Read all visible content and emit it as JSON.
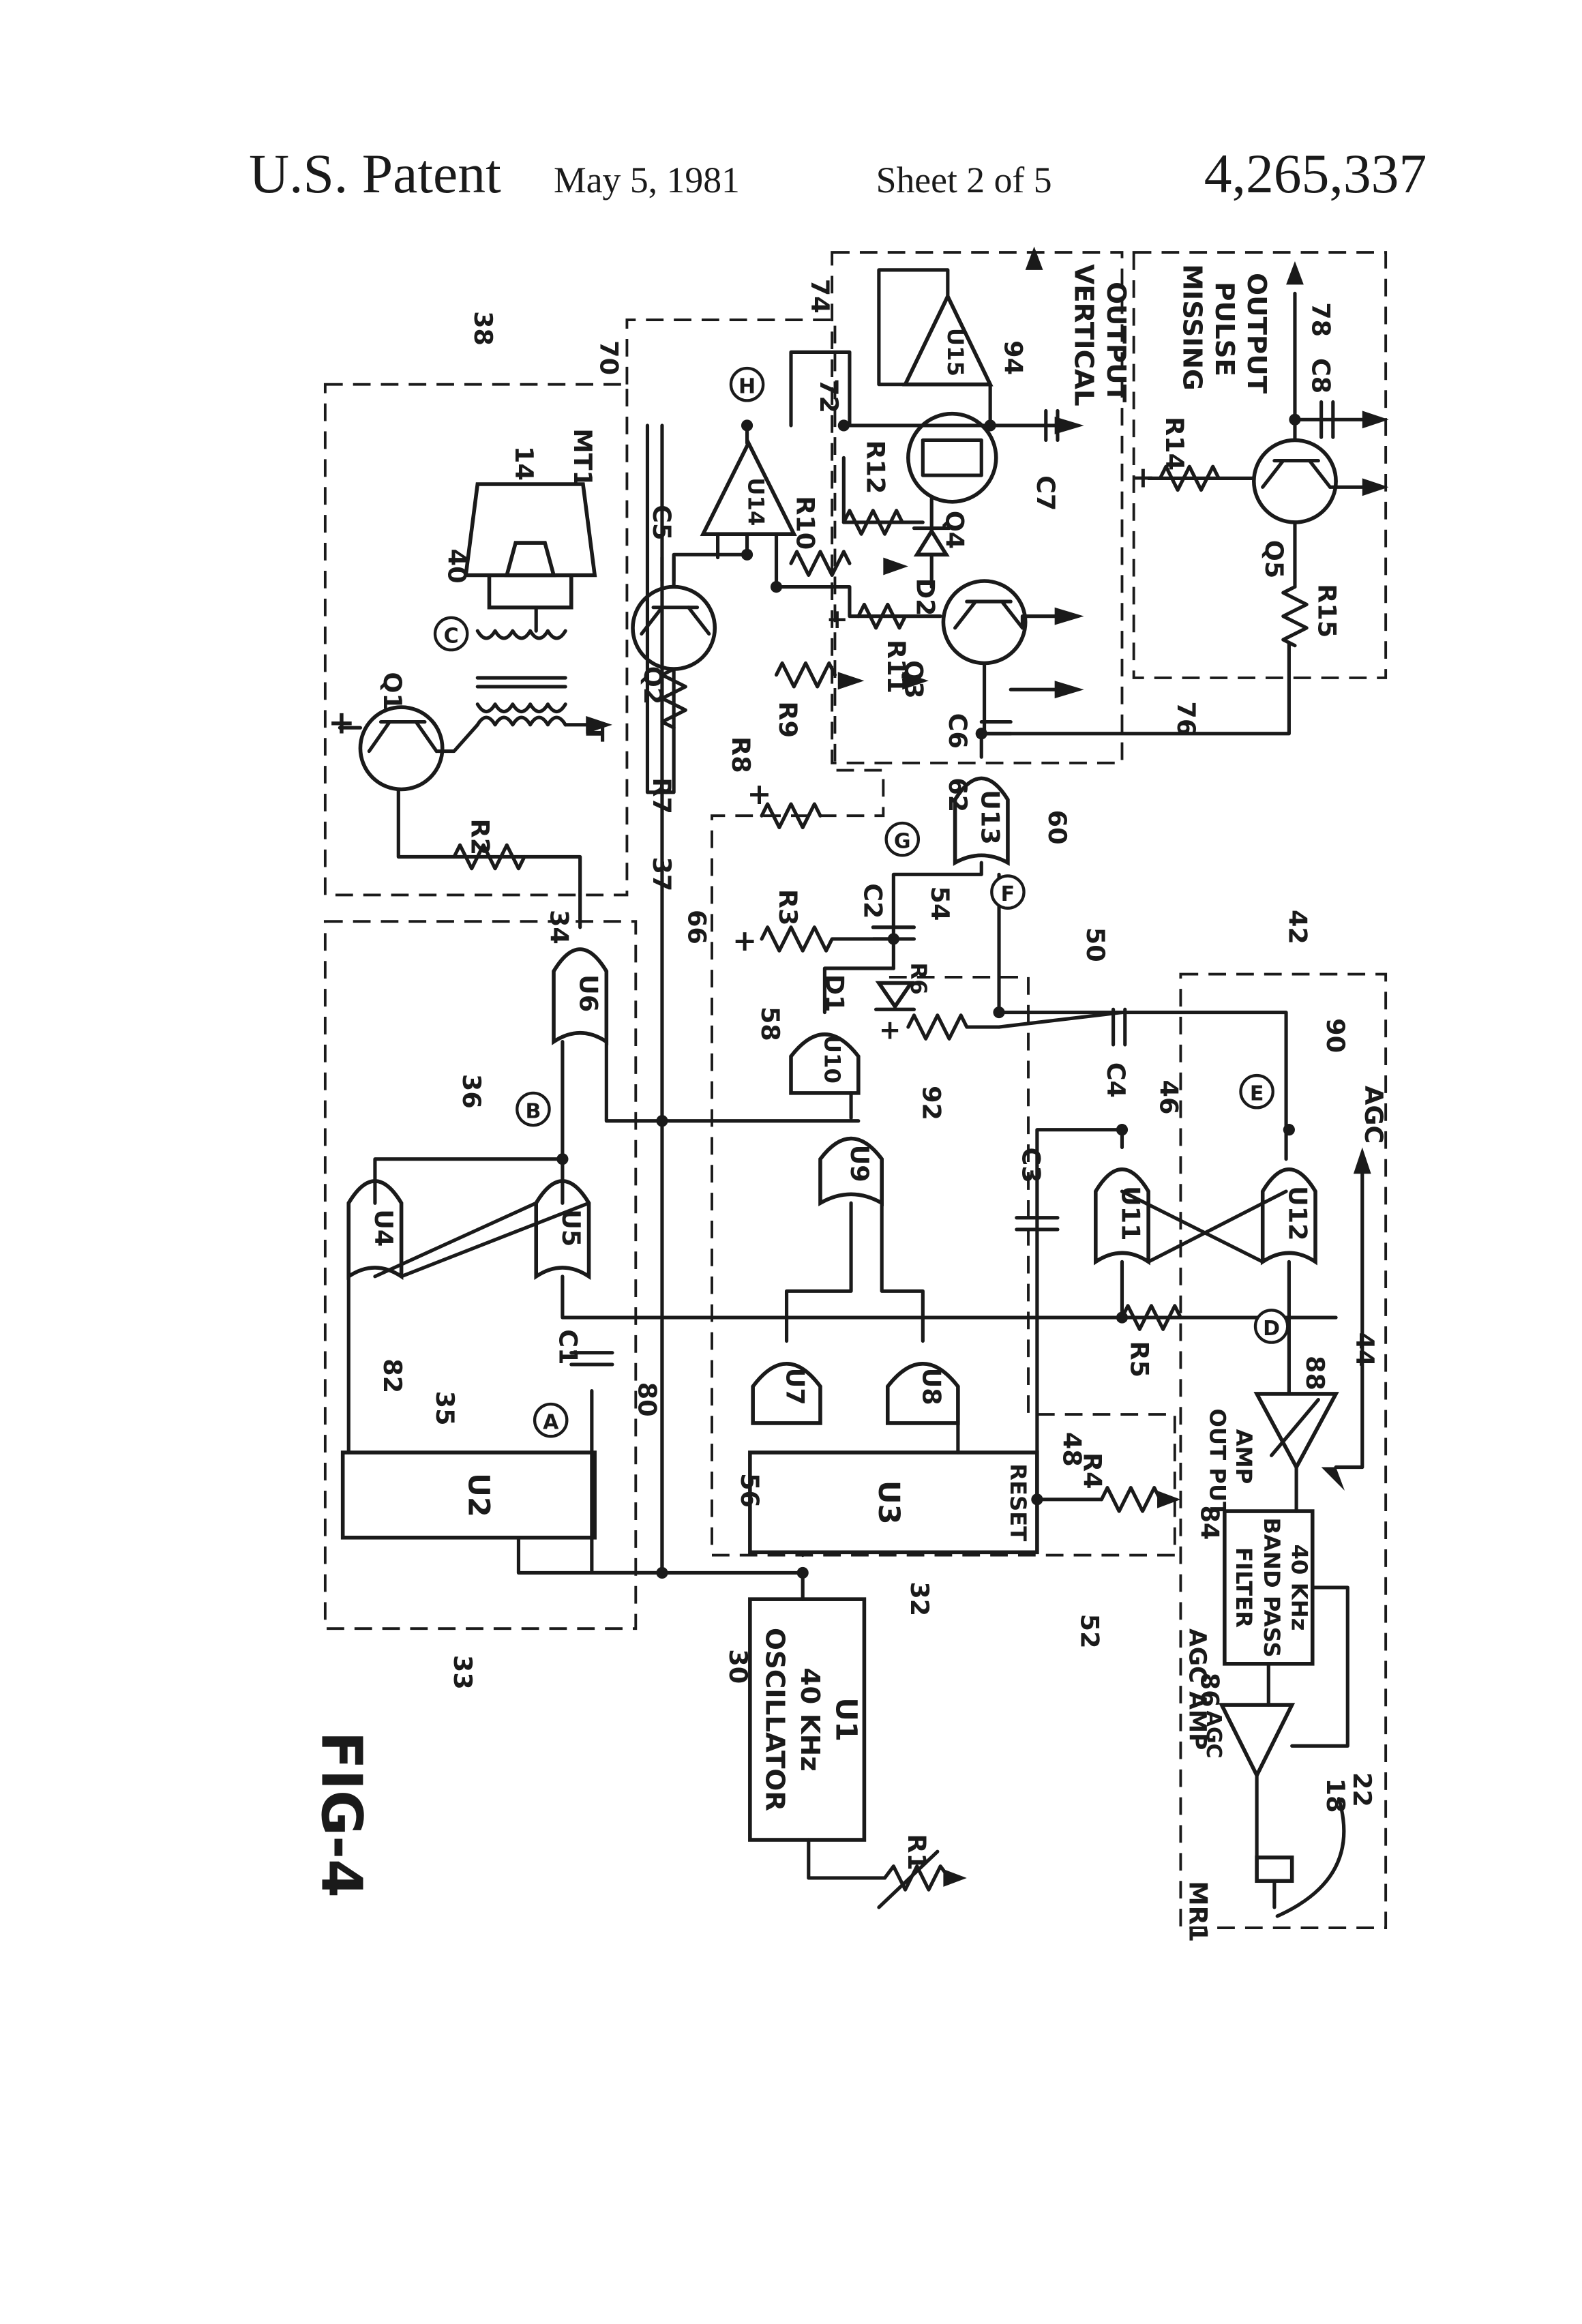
{
  "header": {
    "title": "U.S. Patent",
    "date": "May 5, 1981",
    "sheet": "Sheet 2 of 5",
    "patent_number": "4,265,337"
  },
  "figure": {
    "label": "FIG-4",
    "blocks": {
      "u1_name": "U1",
      "u1_line1": "40 KHz",
      "u1_line2": "OSCILLATOR",
      "u2": "U2",
      "u3": "U3",
      "reset": "RESET",
      "bpf_line1": "40 KHz",
      "bpf_line2": "BAND PASS",
      "bpf_line3": "FILTER",
      "agc_amp": "AGC AMP",
      "agc_in": "AGC",
      "out_amp_line1": "OUT PUT",
      "out_amp_line2": "AMP",
      "agc_out": "AGC",
      "vertical_line1": "VERTICAL",
      "vertical_line2": "OUTPUT",
      "missing_line1": "MISSING",
      "missing_line2": "PULSE",
      "missing_line3": "OUTPUT",
      "mt1": "MT1",
      "mr1": "MR1"
    },
    "gates": [
      "U4",
      "U5",
      "U6",
      "U7",
      "U8",
      "U9",
      "U10",
      "U11",
      "U12",
      "U13",
      "U14",
      "U15"
    ],
    "transistors": [
      "Q1",
      "Q2",
      "Q3",
      "Q4",
      "Q5"
    ],
    "resistors": [
      "R1",
      "R2",
      "R3",
      "R4",
      "R5",
      "R6",
      "R7",
      "R8",
      "R9",
      "R10",
      "R11",
      "R12",
      "R14",
      "R15"
    ],
    "capacitors": [
      "C1",
      "C2",
      "C3",
      "C4",
      "C5",
      "C6",
      "C7",
      "C8"
    ],
    "diodes": [
      "D1",
      "D2"
    ],
    "misc": {
      "transformer": "T",
      "plus": "+"
    },
    "test_points": [
      "A",
      "B",
      "C",
      "D",
      "E",
      "F",
      "G",
      "H"
    ],
    "refs": [
      "14",
      "18",
      "22",
      "30",
      "32",
      "33",
      "34",
      "35",
      "36",
      "37",
      "38",
      "40",
      "42",
      "44",
      "46",
      "48",
      "50",
      "52",
      "54",
      "56",
      "58",
      "60",
      "62",
      "66",
      "70",
      "72",
      "74",
      "76",
      "78",
      "80",
      "82",
      "84",
      "86",
      "88",
      "90",
      "92",
      "94"
    ]
  }
}
